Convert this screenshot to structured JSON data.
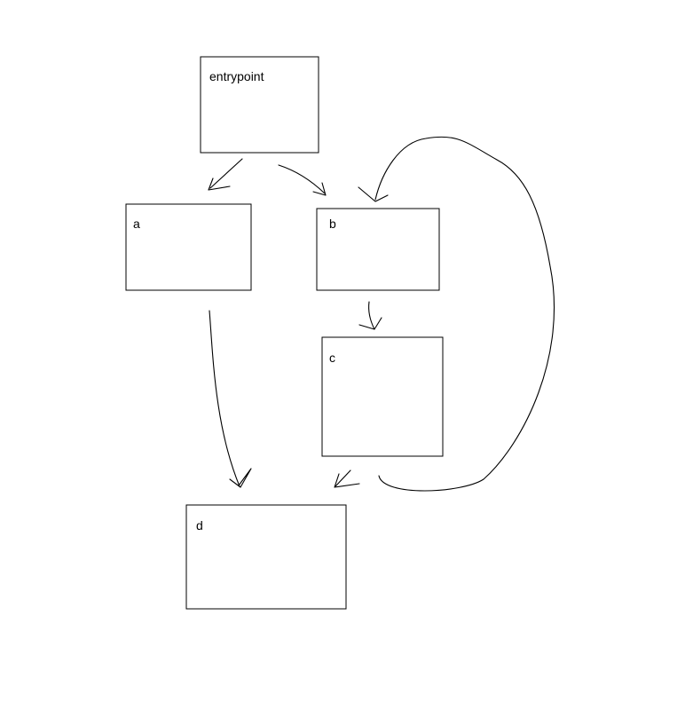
{
  "diagram": {
    "type": "flowchart",
    "colors": {
      "stroke": "#000000",
      "fill": "#ffffff",
      "text": "#000000"
    },
    "nodes": [
      {
        "id": "entrypoint",
        "label": "entrypoint"
      },
      {
        "id": "a",
        "label": "a"
      },
      {
        "id": "b",
        "label": "b"
      },
      {
        "id": "c",
        "label": "c"
      },
      {
        "id": "d",
        "label": "d"
      }
    ],
    "edges": [
      {
        "from": "entrypoint",
        "to": "a"
      },
      {
        "from": "entrypoint",
        "to": "b"
      },
      {
        "from": "b",
        "to": "c"
      },
      {
        "from": "c",
        "to": "b"
      },
      {
        "from": "a",
        "to": "d"
      },
      {
        "from": "c",
        "to": "d"
      }
    ]
  }
}
